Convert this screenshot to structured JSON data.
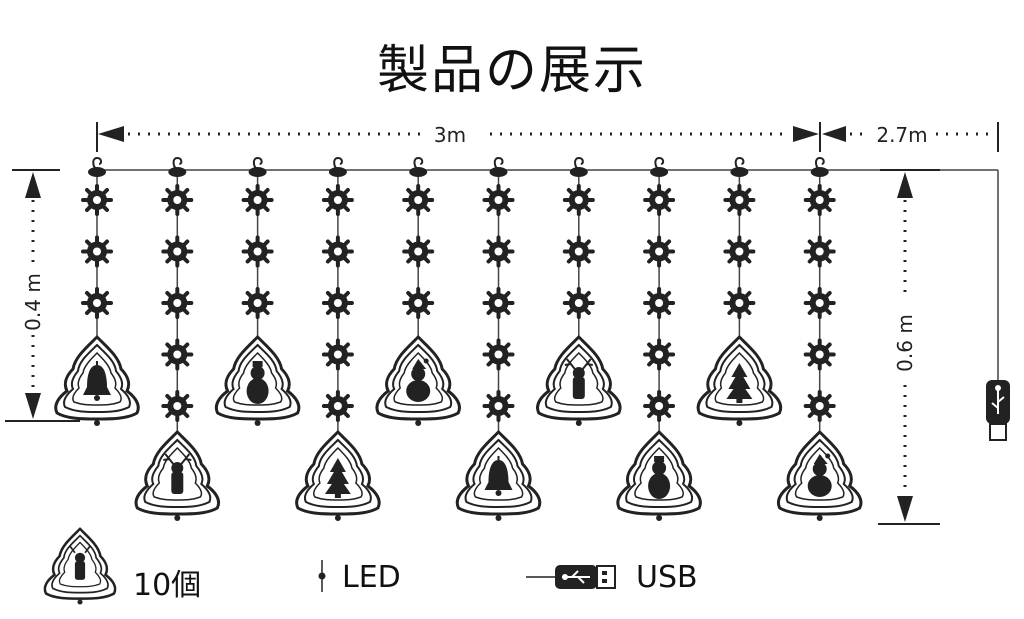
{
  "title": "製品の展示",
  "dimensions": {
    "width_label": "3m",
    "usb_cable_label": "2.7m",
    "short_drop_label": "0.4 m",
    "long_drop_label": "0.6 m"
  },
  "strands": [
    {
      "snowflakes": 3,
      "ornament": "bell",
      "drop": "short"
    },
    {
      "snowflakes": 5,
      "ornament": "reindeer",
      "drop": "long"
    },
    {
      "snowflakes": 3,
      "ornament": "snowman",
      "drop": "short"
    },
    {
      "snowflakes": 5,
      "ornament": "christmas-tree",
      "drop": "long"
    },
    {
      "snowflakes": 3,
      "ornament": "santa",
      "drop": "short"
    },
    {
      "snowflakes": 5,
      "ornament": "bell",
      "drop": "long"
    },
    {
      "snowflakes": 3,
      "ornament": "reindeer",
      "drop": "short"
    },
    {
      "snowflakes": 5,
      "ornament": "snowman",
      "drop": "long"
    },
    {
      "snowflakes": 3,
      "ornament": "christmas-tree",
      "drop": "short"
    },
    {
      "snowflakes": 5,
      "ornament": "santa",
      "drop": "long"
    }
  ],
  "legend": {
    "ornament_count": "10個",
    "led_label": "LED",
    "usb_label": "USB"
  }
}
